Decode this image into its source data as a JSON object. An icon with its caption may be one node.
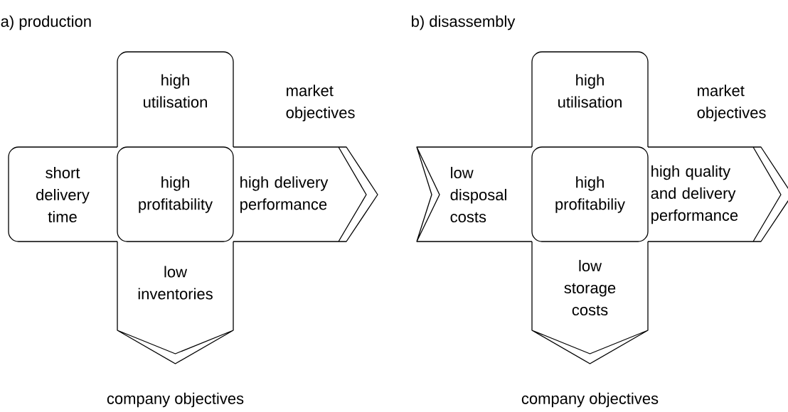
{
  "diagram": {
    "nodes": [
      {
        "text": [
          "high utilisation"
        ]
      },
      {
        "text": [
          "short delivery time"
        ]
      },
      {
        "text": [
          "high profitability"
        ]
      },
      {
        "text": [
          "high delivery performance"
        ]
      },
      {
        "text": [
          "low inventories"
        ]
      },
      {
        "text": [
          "high utilisation"
        ]
      },
      {
        "text": [
          "low disposal costs"
        ]
      },
      {
        "text": [
          "high profitabiliy"
        ]
      },
      {
        "text": [
          "high quality and delivery performance"
        ]
      },
      {
        "text": [
          "low storage costs"
        ]
      }
    ],
    "labels": [
      "a) production",
      "market objectives",
      "company objectives",
      "b) disassembly",
      "market objectives",
      "company objectives"
    ]
  }
}
